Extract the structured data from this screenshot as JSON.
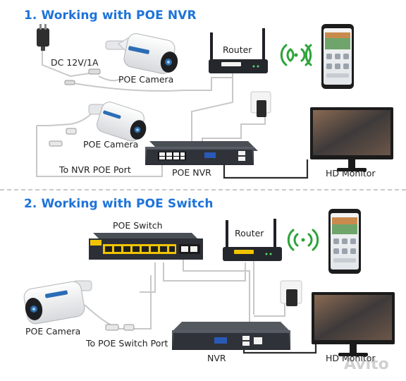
{
  "section1": {
    "title": "1. Working with POE NVR",
    "labels": {
      "dc_power": "DC 12V/1A",
      "poe_camera_top": "POE Camera",
      "poe_camera_bottom": "POE Camera",
      "to_nvr_poe_port": "To NVR POE Port",
      "router": "Router",
      "poe_nvr": "POE NVR",
      "hd_monitor": "HD Monitor"
    }
  },
  "section2": {
    "title": "2. Working with POE Switch",
    "labels": {
      "poe_switch": "POE Switch",
      "router": "Router",
      "poe_camera": "POE Camera",
      "to_poe_switch_port": "To POE Switch Port",
      "nvr": "NVR",
      "hd_monitor": "HD Monitor"
    }
  },
  "watermark": "Avito",
  "colors": {
    "title": "#1e73d8",
    "cable": "#c8c8c8",
    "wifi": "#2ea43a",
    "device_dark": "#2b2f36"
  }
}
